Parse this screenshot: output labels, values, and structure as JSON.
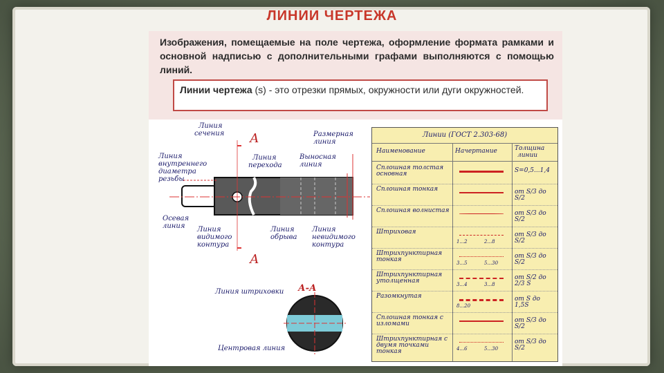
{
  "slide": {
    "title": "ЛИНИИ ЧЕРТЕЖА",
    "intro_text": "Изображения, помещаемые на поле чертежа, оформление формата рамками и основной надписью с дополнительными графами выполняются с помощью линий.",
    "definition_term": "Линии чертежа",
    "definition_rest": " (s) - это отрезки прямых, окружности или дуги окружностей."
  },
  "drawing": {
    "labels": {
      "section_line_1": "Линия",
      "section_line_2": "сечения",
      "dimension_line_1": "Размерная",
      "dimension_line_2": "линия",
      "inner_thread_1": "Линия",
      "inner_thread_2": "внутреннего",
      "inner_thread_3": "диаметра",
      "inner_thread_4": "резьбы",
      "transition_1": "Линия",
      "transition_2": "перехода",
      "extension_1": "Выносная",
      "extension_2": "линия",
      "axis_1": "Осевая",
      "axis_2": "линия",
      "visible_1": "Линия",
      "visible_2": "видимого",
      "visible_3": "контура",
      "break_1": "Линия",
      "break_2": "обрыва",
      "invisible_1": "Линия",
      "invisible_2": "невидимого",
      "invisible_3": "контура",
      "section_letter_top": "А",
      "section_letter_bottom": "А",
      "hatching": "Линия штриховки",
      "section_name": "А-А",
      "center_line": "Центровая линия"
    }
  },
  "table": {
    "header": "Линии (ГОСТ 2.303-68)",
    "col_name": "Наименование",
    "col_style": "Начертание",
    "col_thickness_1": "Толщина",
    "col_thickness_2": "линии",
    "rows": [
      {
        "name": "Сплошная толстая основная",
        "thickness": "S=0,5...1,4"
      },
      {
        "name": "Сплошная тонкая",
        "thickness": "от S/3 до S/2"
      },
      {
        "name": "Сплошная волнистая",
        "thickness": "от S/3 до S/2"
      },
      {
        "name": "Штриховая",
        "thickness": "от S/3 до S/2",
        "dims": [
          "1...2",
          "2...8"
        ]
      },
      {
        "name": "Штрихпунктирная тонкая",
        "thickness": "от S/3 до S/2",
        "dims": [
          "3...5",
          "5...30"
        ]
      },
      {
        "name": "Штрихпунктирная утолщенная",
        "thickness": "от S/2 до 2/3 S",
        "dims": [
          "3...4",
          "3...8"
        ]
      },
      {
        "name": "Разомкнутая",
        "thickness": "от S до 1,5S",
        "dims": [
          "8...20"
        ]
      },
      {
        "name": "Сплошная тонкая с изломами",
        "thickness": "от S/3 до S/2"
      },
      {
        "name": "Штрихпунктирная с двумя точками тонкая",
        "thickness": "от S/3 до S/2",
        "dims": [
          "4...6",
          "5...30"
        ]
      }
    ]
  }
}
